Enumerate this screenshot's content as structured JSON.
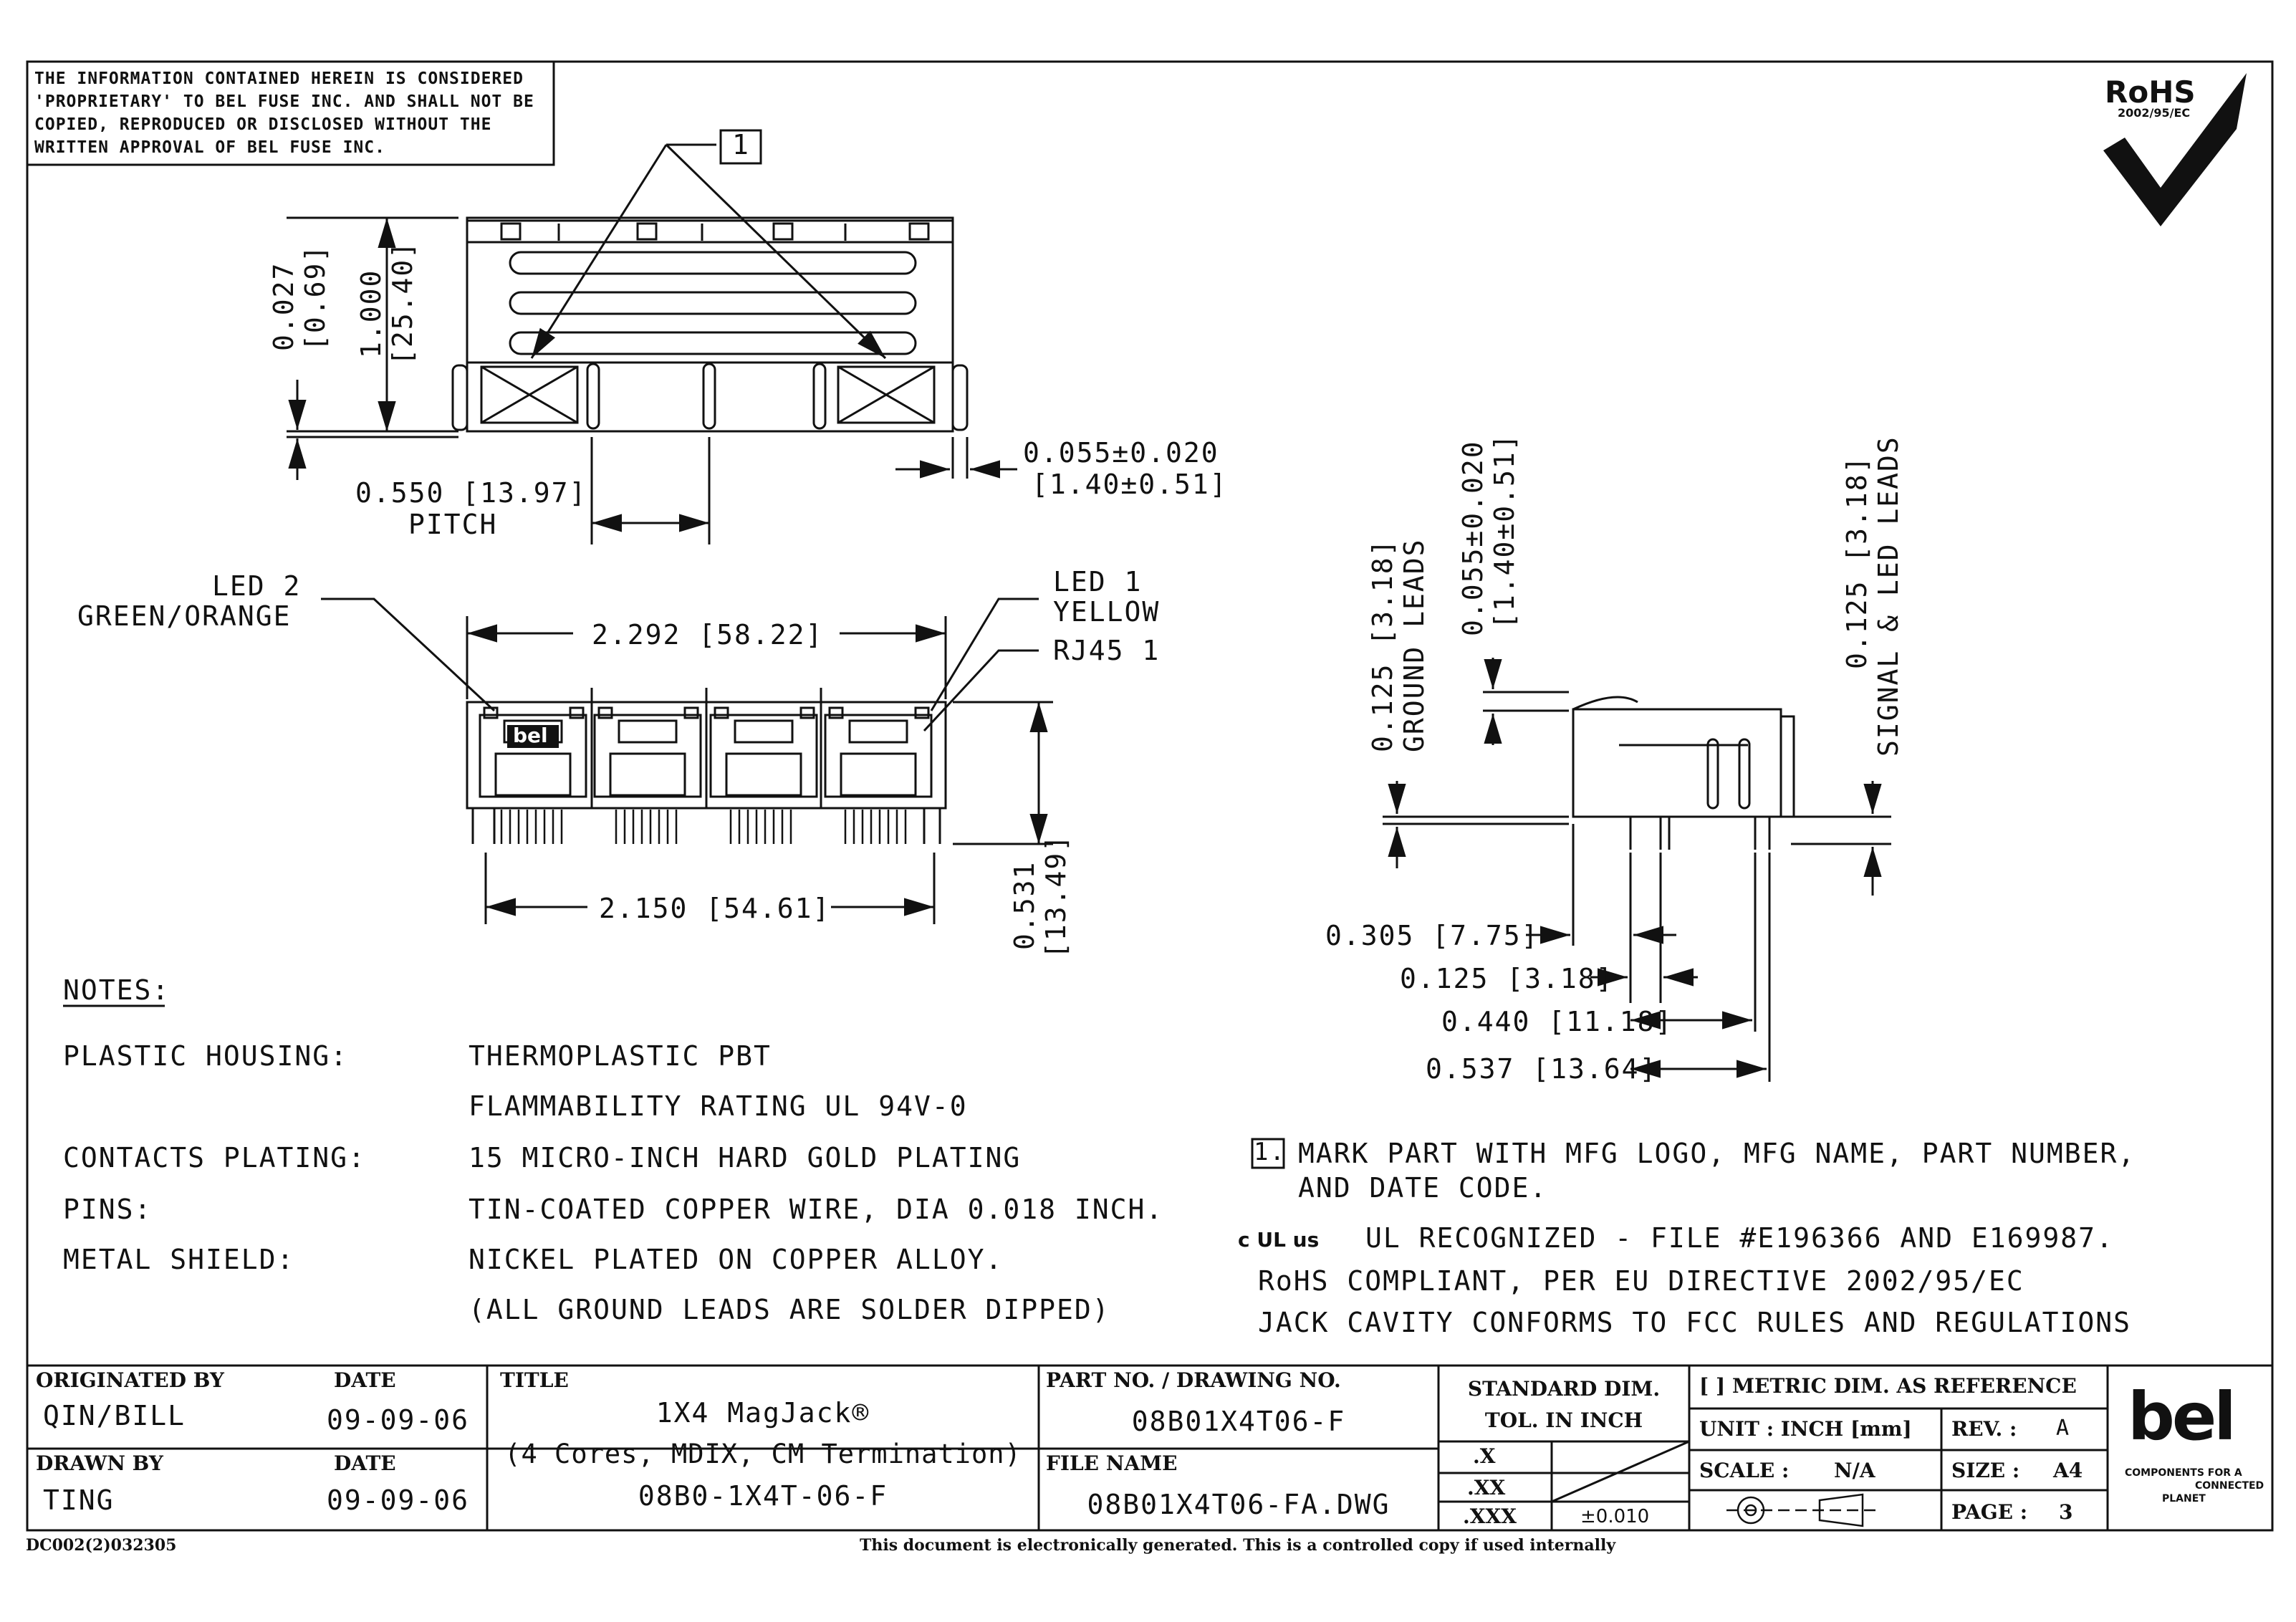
{
  "proprietary_notice": [
    "THE INFORMATION CONTAINED HEREIN IS CONSIDERED",
    "'PROPRIETARY' TO BEL FUSE INC. AND SHALL NOT BE",
    "COPIED, REPRODUCED OR DISCLOSED WITHOUT THE",
    "WRITTEN APPROVAL OF BEL FUSE INC."
  ],
  "rohs": {
    "title": "RoHS",
    "sub": "2002/95/EC"
  },
  "callout_1": "1",
  "top_view": {
    "dim_thickness": "0.027",
    "dim_thickness_mm": "[0.69]",
    "dim_height": "1.000",
    "dim_height_mm": "[25.40]",
    "dim_pitch": "0.550 [13.97]",
    "pitch_label": "PITCH",
    "dim_tab": "0.055±0.020",
    "dim_tab_mm": "[1.40±0.51]"
  },
  "front_view": {
    "led2_label": "LED 2",
    "led2_color": "GREEN/ORANGE",
    "led1_label": "LED 1",
    "led1_color": "YELLOW",
    "rj45_label": "RJ45 1",
    "dim_width": "2.292 [58.22]",
    "dim_pins": "2.150 [54.61]",
    "dim_height": "0.531",
    "dim_height_mm": "[13.49]",
    "logo": "bel"
  },
  "side_view": {
    "ground_dim": "0.125 [3.18]",
    "ground_label": "GROUND LEADS",
    "tab_dim": "0.055±0.020",
    "tab_dim_mm": "[1.40±0.51]",
    "signal_dim": "0.125 [3.18]",
    "signal_label": "SIGNAL & LED LEADS",
    "d1": "0.305 [7.75]",
    "d2": "0.125 [3.18]",
    "d3": "0.440 [11.18]",
    "d4": "0.537 [13.64]"
  },
  "notes": {
    "heading": "NOTES:",
    "rows": [
      {
        "label": "PLASTIC HOUSING:",
        "value": "THERMOPLASTIC PBT"
      },
      {
        "label": "",
        "value": "FLAMMABILITY RATING UL 94V-0"
      },
      {
        "label": "CONTACTS PLATING:",
        "value": "15 MICRO-INCH HARD GOLD PLATING"
      },
      {
        "label": "PINS:",
        "value": "TIN-COATED COPPER WIRE, DIA 0.018 INCH."
      },
      {
        "label": "METAL SHIELD:",
        "value": "NICKEL PLATED ON COPPER ALLOY."
      },
      {
        "label": "",
        "value": "(ALL GROUND LEADS ARE SOLDER DIPPED)"
      }
    ]
  },
  "right_notes": {
    "mark_num": "1.",
    "mark_line1": "MARK PART WITH MFG LOGO, MFG NAME, PART NUMBER,",
    "mark_line2": "AND DATE CODE.",
    "ul_symbol": "c UL us",
    "ul_line": "UL RECOGNIZED - FILE #E196366 AND E169987.",
    "rohs_line": "RoHS COMPLIANT, PER EU DIRECTIVE 2002/95/EC",
    "fcc_line": "JACK CAVITY CONFORMS TO FCC RULES AND REGULATIONS"
  },
  "title_block": {
    "originated_by_label": "ORIGINATED BY",
    "originated_by": "QIN/BILL",
    "date_label": "DATE",
    "originated_date": "09-09-06",
    "drawn_by_label": "DRAWN BY",
    "drawn_by": "TING",
    "drawn_date": "09-09-06",
    "title_label": "TITLE",
    "title_line1": "1X4 MagJack®",
    "title_line2": "(4 Cores, MDIX, CM Termination)",
    "title_line3": "08B0-1X4T-06-F",
    "part_no_label": "PART NO. / DRAWING NO.",
    "part_no": "08B01X4T06-F",
    "file_name_label": "FILE NAME",
    "file_name": "08B01X4T06-FA.DWG",
    "std_dim_label": "STANDARD DIM.",
    "tol_label": "TOL. IN INCH",
    "tol_x": ".X",
    "tol_xx": ".XX",
    "tol_xxx": ".XXX",
    "tol_xxx_value": "±0.010",
    "metric_label": "[ ] METRIC DIM. AS REFERENCE",
    "unit_label": "UNIT : INCH [mm]",
    "rev_label": "REV. :",
    "rev_value": "A",
    "scale_label": "SCALE :",
    "scale_value": "N/A",
    "size_label": "SIZE :",
    "size_value": "A4",
    "page_label": "PAGE :",
    "page_value": "3",
    "logo": "bel",
    "logo_tag1": "COMPONENTS FOR A",
    "logo_tag2": "CONNECTED",
    "logo_tag3": "PLANET"
  },
  "footer": {
    "doc_code": "DC002(2)032305",
    "generated_note": "This document is electronically generated. This is a controlled copy if used internally"
  }
}
